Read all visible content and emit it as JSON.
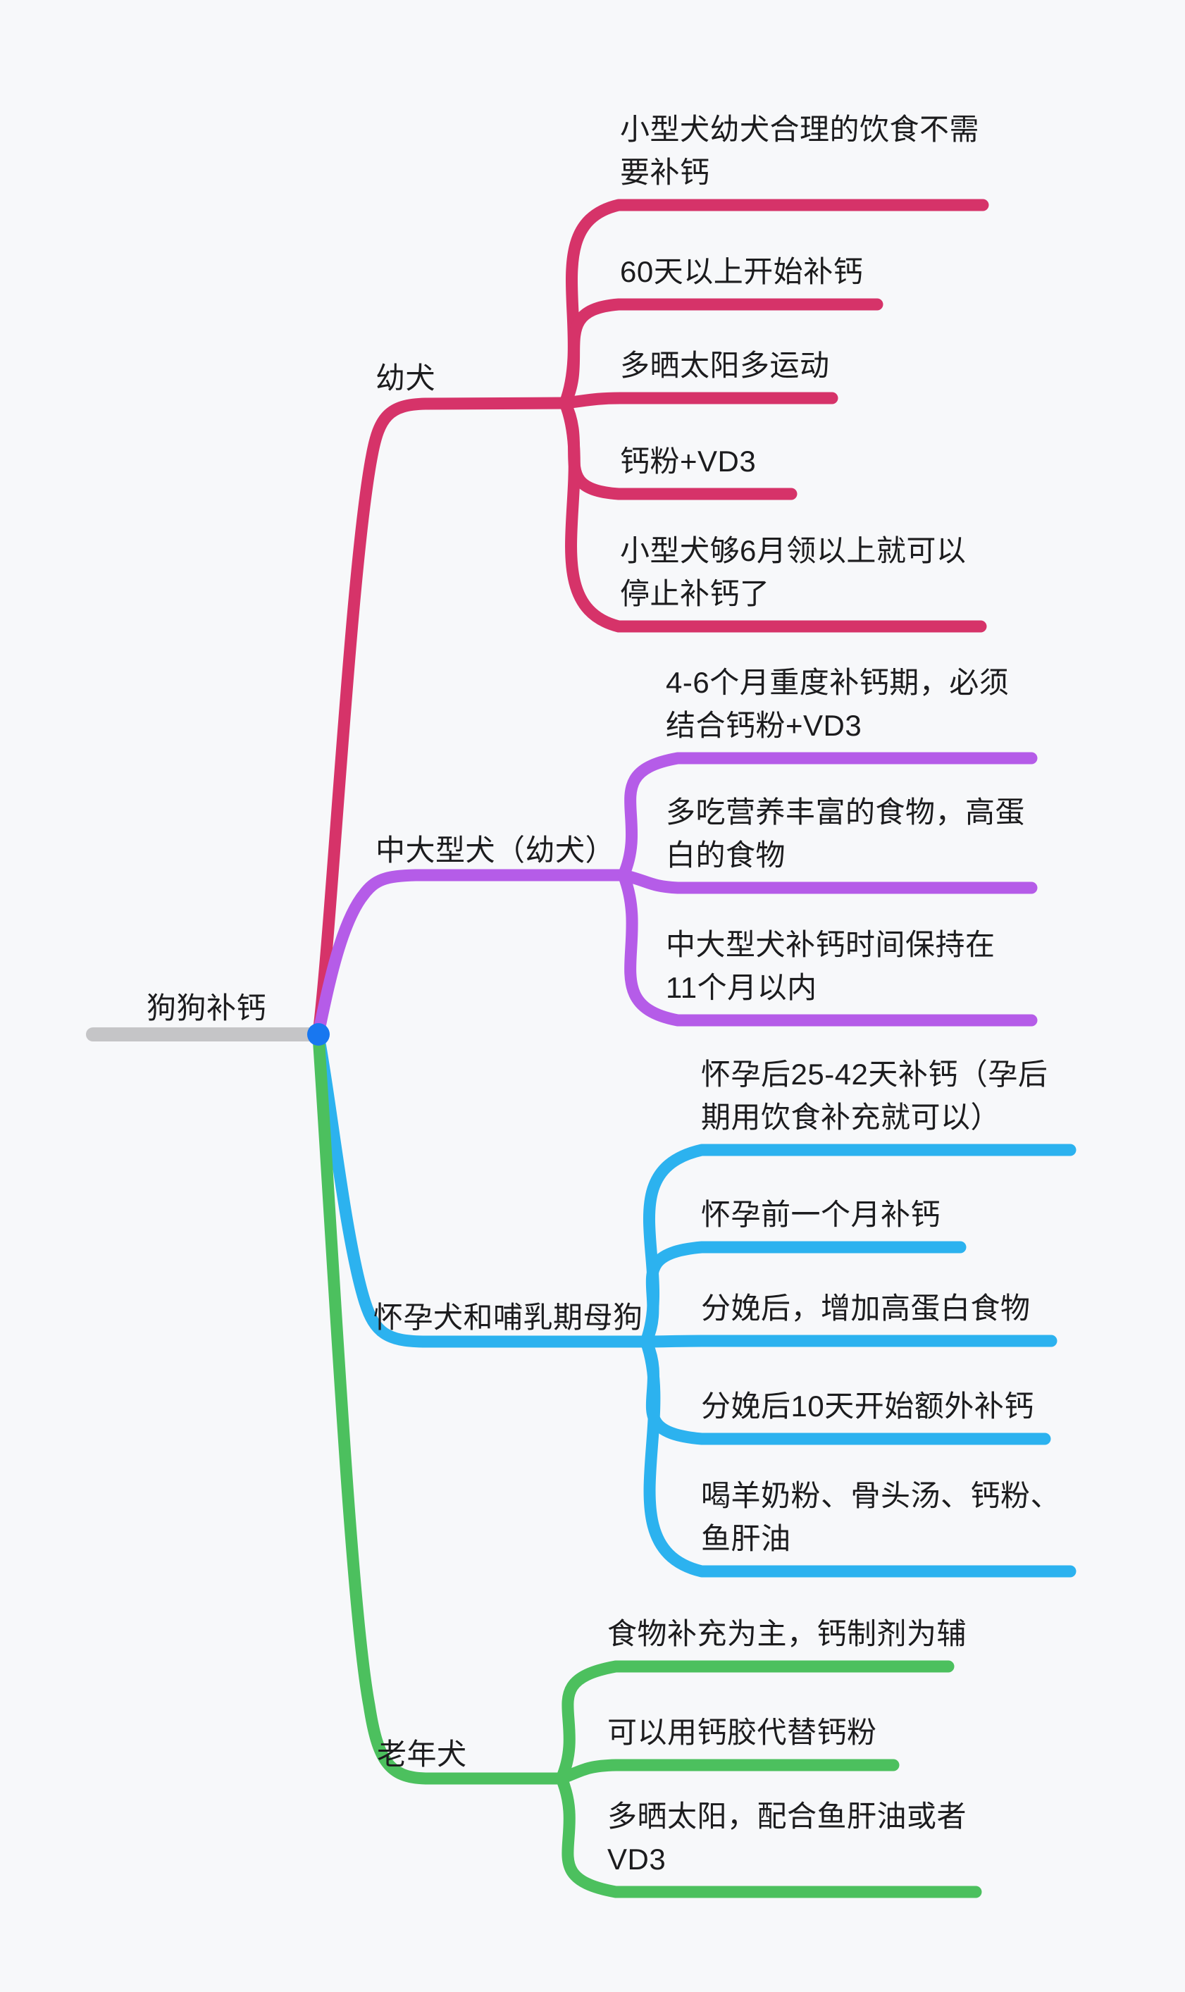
{
  "root": {
    "label": "狗狗补钙",
    "dot_color": "#1877f0",
    "baseline_color": "#c5c5c7"
  },
  "branches": [
    {
      "id": "puppy",
      "label": "幼犬",
      "color": "#d63369",
      "children": [
        {
          "lines": [
            "小型犬幼犬合理的饮食不需",
            "要补钙"
          ]
        },
        {
          "lines": [
            "60天以上开始补钙"
          ]
        },
        {
          "lines": [
            "多晒太阳多运动"
          ]
        },
        {
          "lines": [
            "钙粉+VD3"
          ]
        },
        {
          "lines": [
            "小型犬够6月领以上就可以",
            "停止补钙了"
          ]
        }
      ]
    },
    {
      "id": "medium-large-puppy",
      "label": "中大型犬（幼犬）",
      "color": "#b55ce8",
      "children": [
        {
          "lines": [
            "4-6个月重度补钙期，必须",
            "结合钙粉+VD3"
          ]
        },
        {
          "lines": [
            "多吃营养丰富的食物，高蛋",
            "白的食物"
          ]
        },
        {
          "lines": [
            "中大型犬补钙时间保持在",
            "11个月以内"
          ]
        }
      ]
    },
    {
      "id": "pregnant-nursing",
      "label": "怀孕犬和哺乳期母狗",
      "color": "#2cb2ef",
      "children": [
        {
          "lines": [
            "怀孕后25-42天补钙（孕后",
            "期用饮食补充就可以）"
          ]
        },
        {
          "lines": [
            "怀孕前一个月补钙"
          ]
        },
        {
          "lines": [
            "分娩后，增加高蛋白食物"
          ]
        },
        {
          "lines": [
            "分娩后10天开始额外补钙"
          ]
        },
        {
          "lines": [
            "喝羊奶粉、骨头汤、钙粉、",
            "鱼肝油"
          ]
        }
      ]
    },
    {
      "id": "senior",
      "label": "老年犬",
      "color": "#4cc05e",
      "children": [
        {
          "lines": [
            "食物补充为主，钙制剂为辅"
          ]
        },
        {
          "lines": [
            "可以用钙胶代替钙粉"
          ]
        },
        {
          "lines": [
            "多晒太阳，配合鱼肝油或者",
            "VD3"
          ]
        }
      ]
    }
  ]
}
